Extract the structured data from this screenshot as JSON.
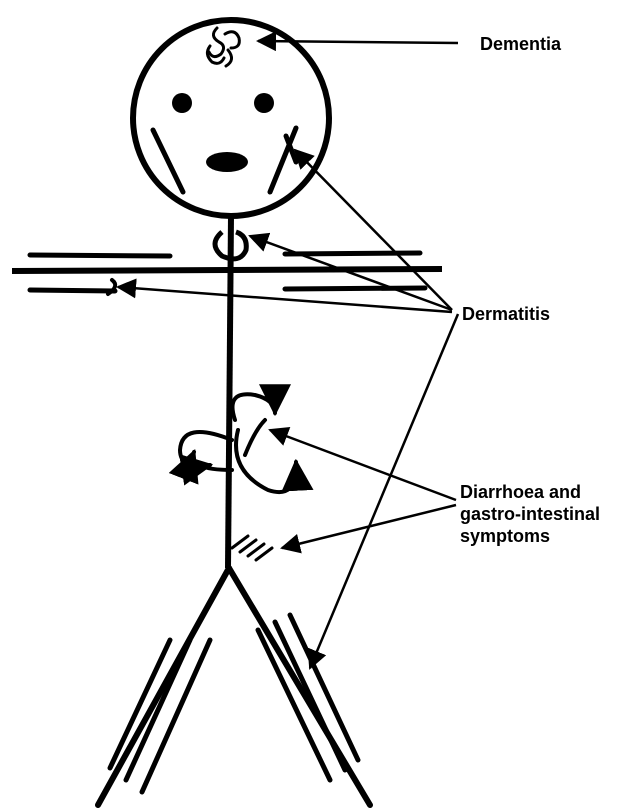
{
  "labels": {
    "dementia": "Dementia",
    "dermatitis": "Dermatitis",
    "diarrhoea": [
      "Diarrhoea and",
      "gastro-intestinal",
      "symptoms"
    ]
  },
  "colors": {
    "ink": "#000000",
    "background": "#ffffff"
  },
  "icons": [
    "brain-swirl-icon",
    "eye-icon",
    "mouth-icon",
    "neck-spiral-icon",
    "intestine-loops-icon",
    "hatch-marks-icon"
  ]
}
